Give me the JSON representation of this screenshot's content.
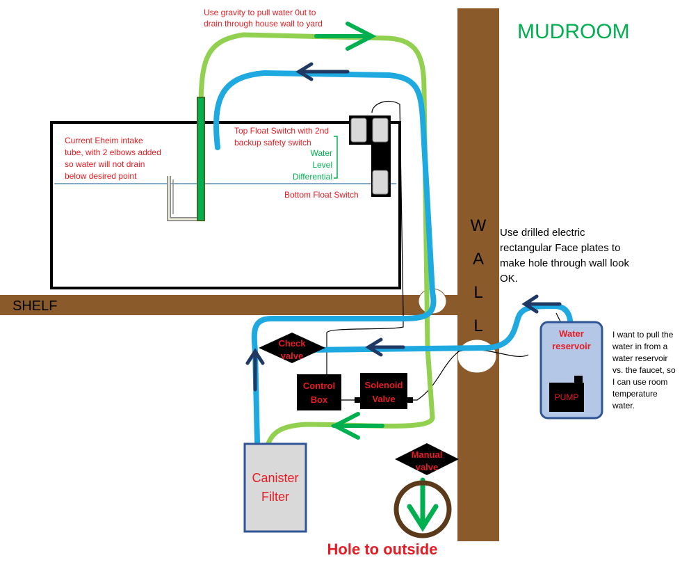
{
  "title": "MUDROOM",
  "colors": {
    "wood": "#8B5A2B",
    "blue_tube": "#1FA9E1",
    "green_tube": "#92D050",
    "arrow_green": "#00B050",
    "arrow_navy": "#1F3864",
    "red_text": "#E51C23",
    "green_text": "#00B050",
    "reservoir_fill": "#B4C7E7",
    "reservoir_stroke": "#2F5597",
    "canister_fill": "#D9D9D9",
    "canister_stroke": "#2F5597",
    "box_fill": "#000000",
    "hole_red": "#E51C23"
  },
  "labels": {
    "gravity_note": [
      "Use gravity to pull water 0ut to",
      "drain through house wall to yard"
    ],
    "intake_note": [
      "Current Eheim intake",
      "tube, with 2 elbows added",
      "so water will not drain",
      "below desired point"
    ],
    "top_float": [
      "Top Float Switch with 2nd",
      "backup safety switch"
    ],
    "water_level": [
      "Water",
      "Level",
      "Differential"
    ],
    "bottom_float": "Bottom Float Switch",
    "shelf": "SHELF",
    "wall_letters": [
      "W",
      "A",
      "L",
      "L"
    ],
    "wall_note": [
      "Use drilled electric",
      "rectangular Face plates to",
      "make hole through wall look",
      "OK."
    ],
    "reservoir_note": [
      "I want to pull the",
      "water in from a",
      "water reservoir",
      "vs. the faucet, so",
      "I can use room",
      "temperature",
      "water."
    ],
    "water_reservoir": [
      "Water",
      "reservoir"
    ],
    "pump": "PUMP",
    "check_valve": [
      "Check",
      "valve"
    ],
    "control_box": [
      "Control",
      "Box"
    ],
    "solenoid_valve": [
      "Solenoid",
      "Valve"
    ],
    "manual_valve": [
      "Manual",
      "valve"
    ],
    "canister_filter": [
      "Canister",
      "Filter"
    ],
    "hole_to_outside": "Hole to outside"
  }
}
